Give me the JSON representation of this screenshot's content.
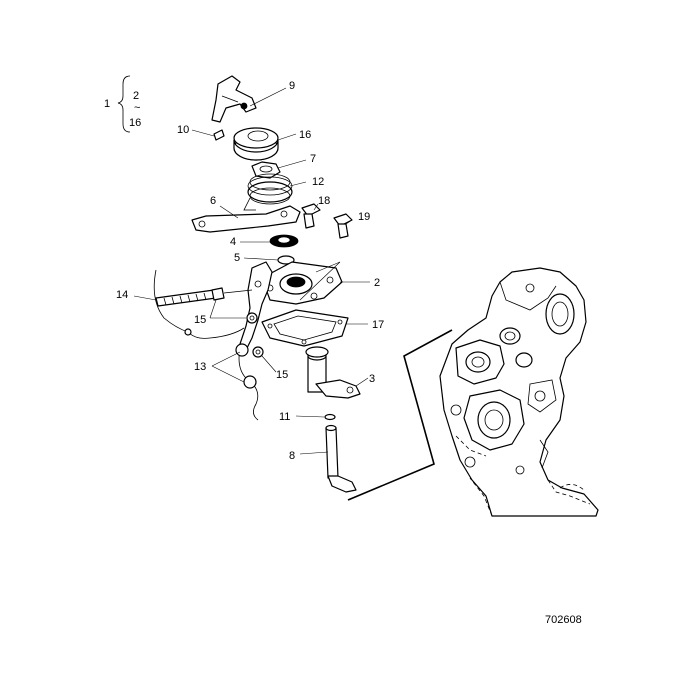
{
  "drawing_number": "702608",
  "assembly": {
    "number": "1",
    "range_start": "2",
    "range_sep": "~",
    "range_end": "16"
  },
  "callouts": {
    "c9": "9",
    "c10": "10",
    "c16a": "16",
    "c7": "7",
    "c12": "12",
    "c6": "6",
    "c18": "18",
    "c19": "19",
    "c4": "4",
    "c5": "5",
    "c2": "2",
    "c14": "14",
    "c15a": "15",
    "c17": "17",
    "c13": "13",
    "c15b": "15",
    "c3": "3",
    "c11": "11",
    "c8": "8"
  }
}
